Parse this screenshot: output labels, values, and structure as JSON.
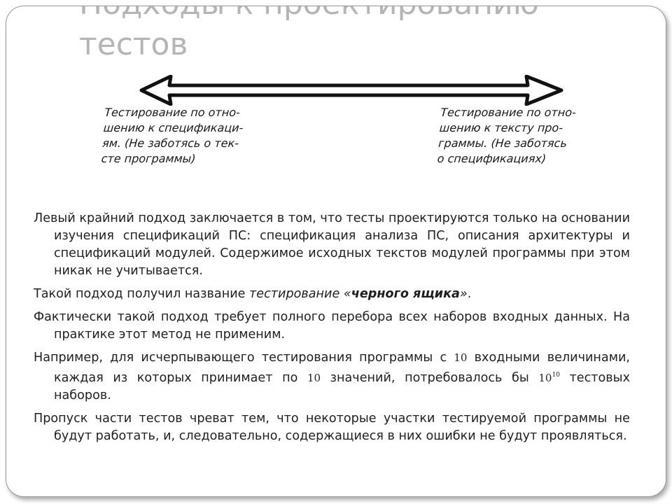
{
  "slide": {
    "title_line1": "Подходы к проектированию",
    "title_line2": "тестов"
  },
  "diagram": {
    "left_label": [
      "Тестирование по отно-",
      "шению к спецификаци-",
      "ям. (Не заботясь о тек-",
      "сте программы)"
    ],
    "right_label": [
      "Тестирование по отно-",
      "шению к тексту про-",
      "граммы. (Не заботясь",
      "о спецификациях)"
    ]
  },
  "paragraphs": {
    "p1": "Левый крайний подход заключается в том, что тесты проектируются только на основании изучения спецификаций ПС: спецификация анализа ПС, описания архитектуры и спецификаций модулей. Содержимое исходных текстов модулей программы при этом никак не учитывается.",
    "p2_prefix": "Такой подход получил название ",
    "p2_italic": "тестирование «",
    "p2_bold": "черного ящика",
    "p2_end_italic": "»",
    "p2_suffix": ".",
    "p3": "Фактически такой подход требует полного перебора всех наборов входных данных. На практике этот метод не применим.",
    "p4_a": "Например, для исчерпывающего тестирования программы с ",
    "p4_num1": "10",
    "p4_b": " входными величинами, каждая из которых принимает по ",
    "p4_num2": "10",
    "p4_c": " значений, потребовалось бы ",
    "p4_num3": "10",
    "p4_exp": "10",
    "p4_d": " тестовых наборов.",
    "p5": "Пропуск части тестов чреват тем, что некоторые участки тестируемой программы не будут работать, и, следовательно, содержащиеся в них ошибки не будут проявляться."
  }
}
